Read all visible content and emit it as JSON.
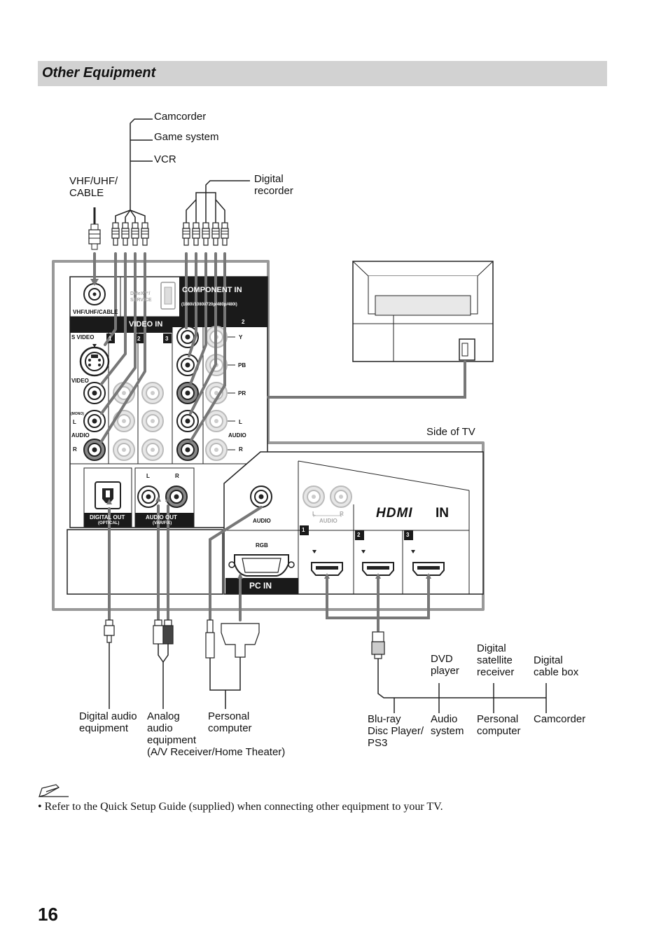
{
  "section_title": "Other Equipment",
  "page_number": "16",
  "note": "• Refer to the Quick Setup Guide (supplied) when connecting other equipment to your TV.",
  "labels": {
    "camcorder": "Camcorder",
    "game_system": "Game system",
    "vcr": "VCR",
    "vhf": "VHF/UHF/\nCABLE",
    "digital_recorder": "Digital\nrecorder",
    "side_of_tv": "Side of TV",
    "digital_audio": "Digital audio\nequipment",
    "analog_audio": "Analog\naudio\nequipment\n(A/V Receiver/Home Theater)",
    "personal_computer_pc": "Personal\ncomputer",
    "dvd_player": "DVD\nplayer",
    "digital_satellite": "Digital\nsatellite\nreceiver",
    "digital_cable_box": "Digital\ncable box",
    "bluray": "Blu-ray\nDisc Player/\nPS3",
    "audio_system": "Audio\nsystem",
    "personal_computer_hdmi": "Personal\ncomputer",
    "camcorder_hdmi": "Camcorder"
  },
  "panel": {
    "vhf_port": "VHF/UHF/CABLE",
    "dmex": "DMeX™/\nSERVICE",
    "component_in": "COMPONENT IN",
    "component_res": "(1080i/1080i/720p/480p/480i)",
    "video_in": "VIDEO IN",
    "n1": "1",
    "n2": "2",
    "n3": "3",
    "n2b": "2",
    "s_video": "S VIDEO",
    "video": "VIDEO",
    "mono": "(MONO)",
    "l": "L",
    "audio": "AUDIO",
    "r": "R",
    "y": "Y",
    "pb": "PB",
    "pr": "PR",
    "cl": "L",
    "caudio": "AUDIO",
    "cr": "R",
    "digital_out": "DIGITAL OUT",
    "optical": "(OPTICAL)",
    "audio_out": "AUDIO OUT",
    "var_fix": "(VAR/FIX)",
    "ao_l": "L",
    "ao_r": "R"
  },
  "side_panel": {
    "audio": "AUDIO",
    "rgb": "RGB",
    "pc_in": "PC IN",
    "hdmi_audio": "AUDIO",
    "hdmi_l": "L",
    "hdmi_r": "R",
    "hdmi_logo": "HDMI",
    "hdmi_in": "IN",
    "h1": "1",
    "h2": "2",
    "h3": "3"
  }
}
